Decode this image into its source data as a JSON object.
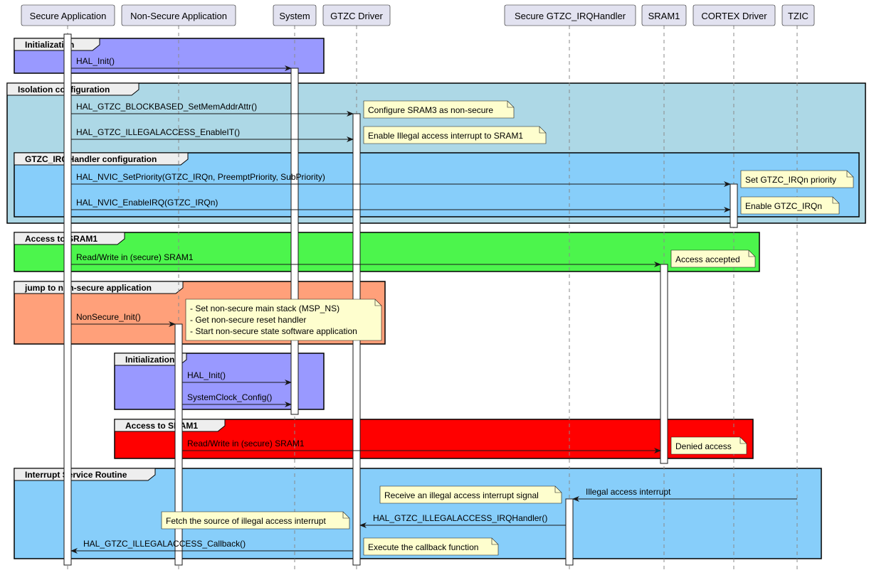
{
  "participants": [
    {
      "id": "secure-application",
      "label": "Secure Application"
    },
    {
      "id": "non-secure-application",
      "label": "Non-Secure Application"
    },
    {
      "id": "system",
      "label": "System"
    },
    {
      "id": "gtzc-driver",
      "label": "GTZC Driver"
    },
    {
      "id": "secure-gtzc-irqhandler",
      "label": "Secure GTZC_IRQHandler"
    },
    {
      "id": "sram1",
      "label": "SRAM1"
    },
    {
      "id": "cortex-driver",
      "label": "CORTEX Driver"
    },
    {
      "id": "tzic",
      "label": "TZIC"
    }
  ],
  "groups": [
    {
      "id": "init",
      "label": "Initialization",
      "color": "#9999ff"
    },
    {
      "id": "isolation",
      "label": "Isolation configuration",
      "color": "#add8e6"
    },
    {
      "id": "irq-config",
      "label": "GTZC_IRQHandler configuration",
      "color": "#87cefa"
    },
    {
      "id": "access-ok",
      "label": "Access to SRAM1",
      "color": "#4cf54c"
    },
    {
      "id": "jump-ns",
      "label": "jump to non-secure application",
      "color": "#ffa07a"
    },
    {
      "id": "ns-init",
      "label": "Initialization",
      "color": "#9999ff"
    },
    {
      "id": "access-denied",
      "label": "Access to SRAM1",
      "color": "#ff0000"
    },
    {
      "id": "isr",
      "label": "Interrupt Service Routine",
      "color": "#87cefa"
    }
  ],
  "messages": [
    {
      "id": "m1",
      "label": "HAL_Init()"
    },
    {
      "id": "m2",
      "label": "HAL_GTZC_BLOCKBASED_SetMemAddrAttr()"
    },
    {
      "id": "m3",
      "label": "HAL_GTZC_ILLEGALACCESS_EnableIT()"
    },
    {
      "id": "m4",
      "label": "HAL_NVIC_SetPriority(GTZC_IRQn, PreemptPriority, SubPriority)"
    },
    {
      "id": "m5",
      "label": "HAL_NVIC_EnableIRQ(GTZC_IRQn)"
    },
    {
      "id": "m6",
      "label": "Read/Write in (secure) SRAM1"
    },
    {
      "id": "m7",
      "label": "NonSecure_Init()"
    },
    {
      "id": "m8",
      "label": "HAL_Init()"
    },
    {
      "id": "m9",
      "label": "SystemClock_Config()"
    },
    {
      "id": "m10",
      "label": "Read/Write in (secure) SRAM1"
    },
    {
      "id": "m11",
      "label": "Illegal access interrupt"
    },
    {
      "id": "m12",
      "label": "HAL_GTZC_ILLEGALACCESS_IRQHandler()"
    },
    {
      "id": "m13",
      "label": "HAL_GTZC_ILLEGALACCESS_Callback()"
    }
  ],
  "notes": [
    {
      "id": "n1",
      "lines": [
        "Configure SRAM3 as non-secure"
      ]
    },
    {
      "id": "n2",
      "lines": [
        "Enable Illegal access interrupt to SRAM1"
      ]
    },
    {
      "id": "n3",
      "lines": [
        "Set GTZC_IRQn priority"
      ]
    },
    {
      "id": "n4",
      "lines": [
        "Enable GTZC_IRQn"
      ]
    },
    {
      "id": "n5",
      "lines": [
        "Access accepted"
      ]
    },
    {
      "id": "n6",
      "lines": [
        "- Set non-secure main stack (MSP_NS)",
        "- Get non-secure reset handler",
        "- Start non-secure state software application"
      ]
    },
    {
      "id": "n7",
      "lines": [
        "Denied access"
      ]
    },
    {
      "id": "n8",
      "lines": [
        "Receive an illegal access interrupt signal"
      ]
    },
    {
      "id": "n9",
      "lines": [
        "Fetch the source of illegal access interrupt"
      ]
    },
    {
      "id": "n10",
      "lines": [
        "Execute the callback function"
      ]
    }
  ],
  "colors": {
    "participant_fill": "#e2e2f0",
    "participant_border": "#181818",
    "note_fill": "#fefece",
    "lifeline": "#8a8a8a"
  }
}
